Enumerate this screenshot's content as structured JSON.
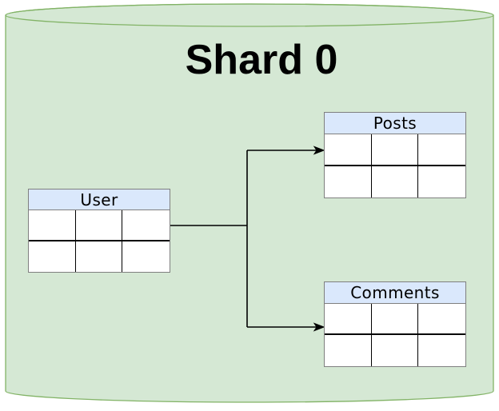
{
  "diagram": {
    "title": "Shard 0",
    "shape": "database-cylinder",
    "colors": {
      "canvas_background": "#ffffff",
      "cylinder_fill": "#d5e8d4",
      "cylinder_stroke": "#82b366",
      "table_header_fill": "#dae8fc",
      "table_outer_border": "#7f7f7f",
      "table_cell_border": "#000000",
      "connector": "#000000",
      "title_text": "#000000"
    },
    "tables": [
      {
        "id": "user",
        "label": "User",
        "columns": 3,
        "rows": 2,
        "cells": [
          [
            "",
            "",
            ""
          ],
          [
            "",
            "",
            ""
          ]
        ]
      },
      {
        "id": "posts",
        "label": "Posts",
        "columns": 3,
        "rows": 2,
        "cells": [
          [
            "",
            "",
            ""
          ],
          [
            "",
            "",
            ""
          ]
        ]
      },
      {
        "id": "comments",
        "label": "Comments",
        "columns": 3,
        "rows": 2,
        "cells": [
          [
            "",
            "",
            ""
          ],
          [
            "",
            "",
            ""
          ]
        ]
      }
    ],
    "connections": [
      {
        "from": "User",
        "to": "Posts",
        "arrow": "classic"
      },
      {
        "from": "User",
        "to": "Comments",
        "arrow": "classic"
      }
    ]
  }
}
